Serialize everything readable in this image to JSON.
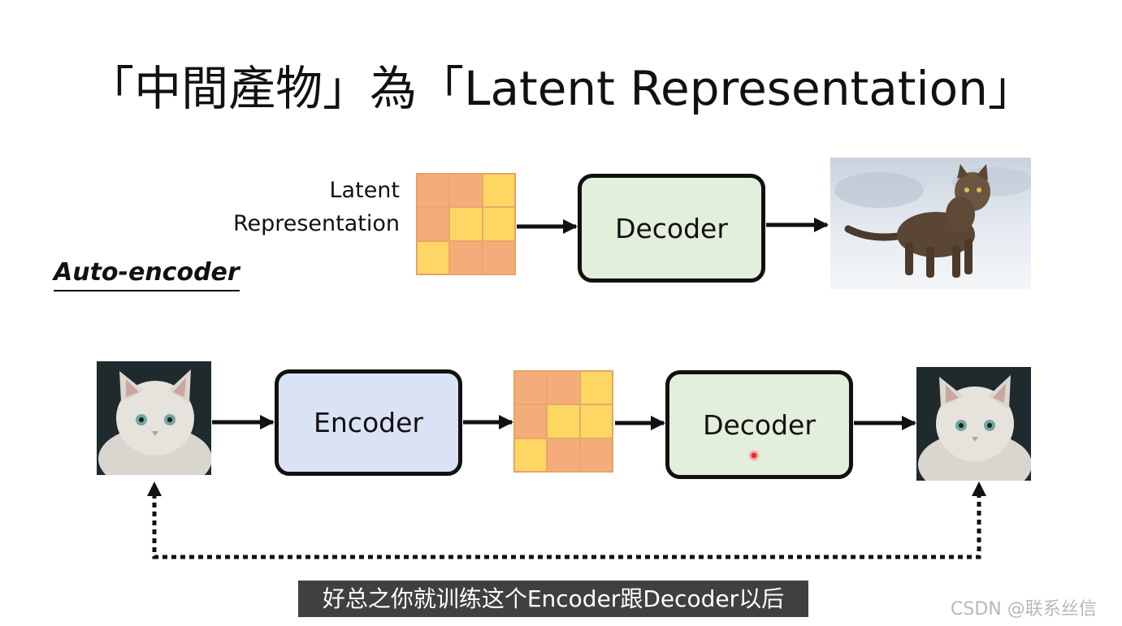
{
  "title": "「中間產物」為「Latent Representation」",
  "top_row": {
    "latent_label_line1": "Latent",
    "latent_label_line2": "Representation",
    "decoder_label": "Decoder",
    "output_image": "cat-walking-in-snow"
  },
  "section_label": "Auto-encoder",
  "bottom_row": {
    "input_image": "fluffy-white-kitten",
    "encoder_label": "Encoder",
    "decoder_label": "Decoder",
    "output_image": "fluffy-white-kitten"
  },
  "latent_grid_pattern": [
    "o",
    "o",
    "y",
    "o",
    "y",
    "y",
    "y",
    "o",
    "o"
  ],
  "colors": {
    "latent_orange": "#f4ad7a",
    "latent_yellow": "#fdd663",
    "decoder_fill": "#e2efda",
    "encoder_fill": "#dae3f3"
  },
  "subtitle": "好总之你就训练这个Encoder跟Decoder以后",
  "watermark": "CSDN @联系丝信"
}
